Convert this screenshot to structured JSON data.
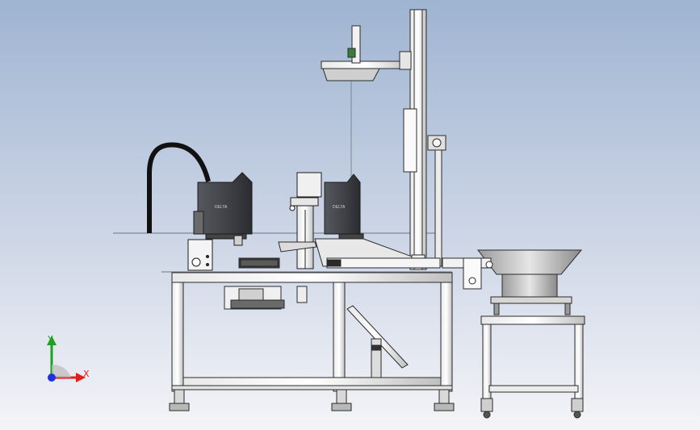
{
  "view": {
    "background_top": "#9fb4d2",
    "background_bottom": "#f4f4f8"
  },
  "triad": {
    "x_label": "X",
    "y_label": "Y",
    "x_color": "#e0201c",
    "y_color": "#20a020",
    "z_color": "#2030e0"
  },
  "robot_logo": {
    "left_text": "DELTA",
    "right_text": "DELTA"
  },
  "colors": {
    "frame": "#f2f2f2",
    "edge": "#2a2a2a",
    "robot_body": "#3d3f44",
    "cable": "#111111",
    "feeder_bowl": "#8b8d92"
  }
}
